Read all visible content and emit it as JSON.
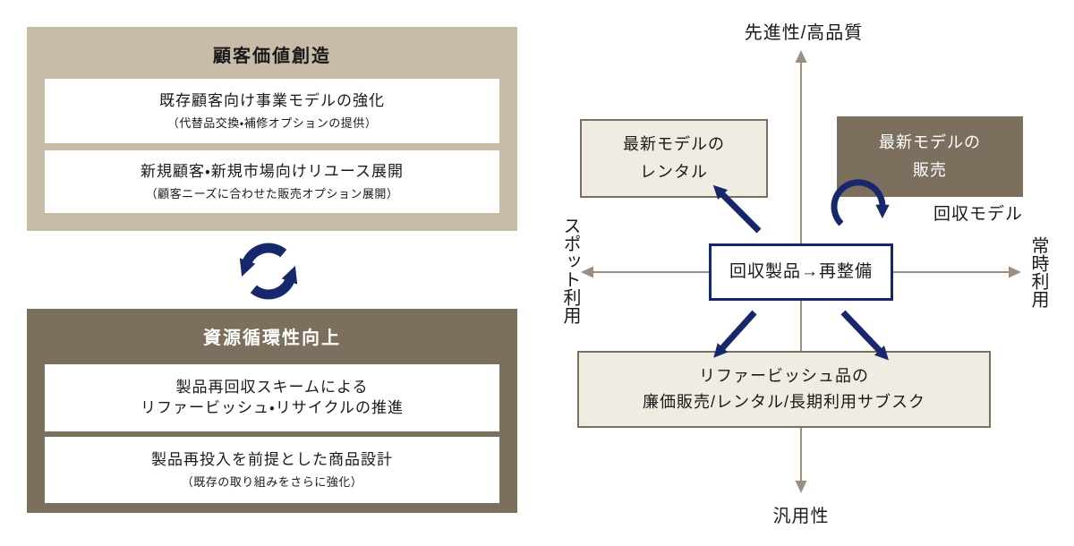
{
  "colors": {
    "beige": "#C8BCA9",
    "brown": "#7C6F5D",
    "light_beige": "#EFECE4",
    "navy": "#16286B",
    "axis_tan": "#9C8F7E",
    "text": "#1A1A1A"
  },
  "left_panel": {
    "top_box": {
      "title": "顧客価値創造",
      "item1_main": "既存顧客向け事業モデルの強化",
      "item1_sub": "（代替品交換・補修オプションの提供）",
      "item2_main": "新規顧客・新規市場向けリユース展開",
      "item2_sub": "（顧客ニーズに合わせた販売オプション展開）"
    },
    "cycle_icon": "circular-arrows",
    "bottom_box": {
      "title": "資源循環性向上",
      "item1_line1": "製品再回収スキームによる",
      "item1_line2": "リファービッシュ・リサイクルの推進",
      "item2_main": "製品再投入を前提とした商品設計",
      "item2_sub": "（既存の取り組みをさらに強化）"
    }
  },
  "matrix": {
    "axis": {
      "top": "先進性/高品質",
      "bottom": "汎用性",
      "left": "スポット利用",
      "right": "常時利用"
    },
    "rental_box": {
      "line1": "最新モデルの",
      "line2": "レンタル"
    },
    "sale_box": {
      "line1": "最新モデルの",
      "line2": "販売"
    },
    "recovery_model_label": "回収モデル",
    "center_box_label": "回収製品→再整備",
    "refurbished_box": {
      "line1": "リファービッシュ品の",
      "line2": "廉価販売/レンタル/長期利用サブスク"
    }
  }
}
